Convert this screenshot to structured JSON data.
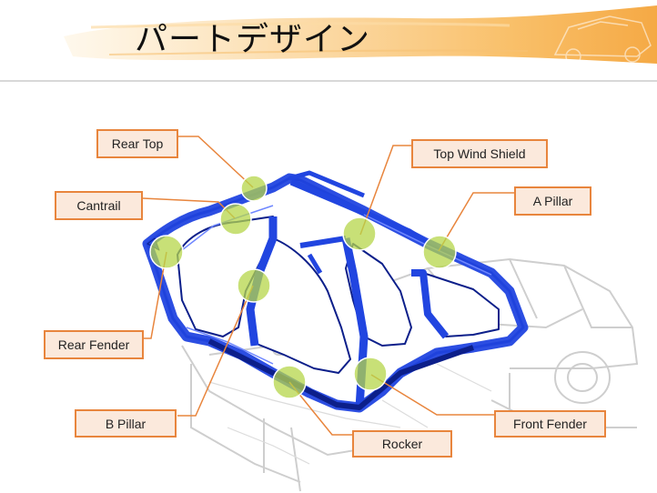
{
  "slide": {
    "title": "パートデザイン"
  },
  "labels": {
    "rear_top": "Rear Top",
    "top_wind_shield": "Top Wind Shield",
    "cantrail": "Cantrail",
    "a_pillar": "A Pillar",
    "rear_fender": "Rear Fender",
    "b_pillar": "B Pillar",
    "front_fender": "Front Fender",
    "rocker": "Rocker"
  },
  "colors": {
    "frame_blue": "#1f3fd0",
    "frame_dark": "#0c1f8a",
    "marker_green": "#b5d64a",
    "callout_border": "#e8853d",
    "callout_fill": "#fbe9dc",
    "brush_orange": "#f6a93b"
  }
}
